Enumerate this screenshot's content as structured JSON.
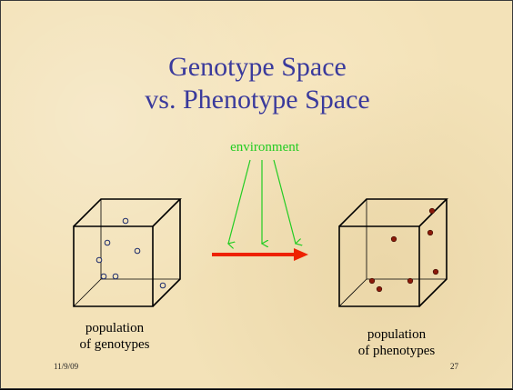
{
  "slide": {
    "title_line1": "Genotype Space",
    "title_line2": "vs. Phenotype Space",
    "environment_label": "environment",
    "left_caption_line1": "population",
    "left_caption_line2": "of genotypes",
    "right_caption_line1": "population",
    "right_caption_line2": "of phenotypes",
    "date": "11/9/09",
    "page_number": "27"
  },
  "colors": {
    "title": "#3a3a9c",
    "environment": "#22cc22",
    "arrow": "#ee2200",
    "phenotype_dot": "#8b1a0a",
    "background": "#f3e2b8"
  }
}
